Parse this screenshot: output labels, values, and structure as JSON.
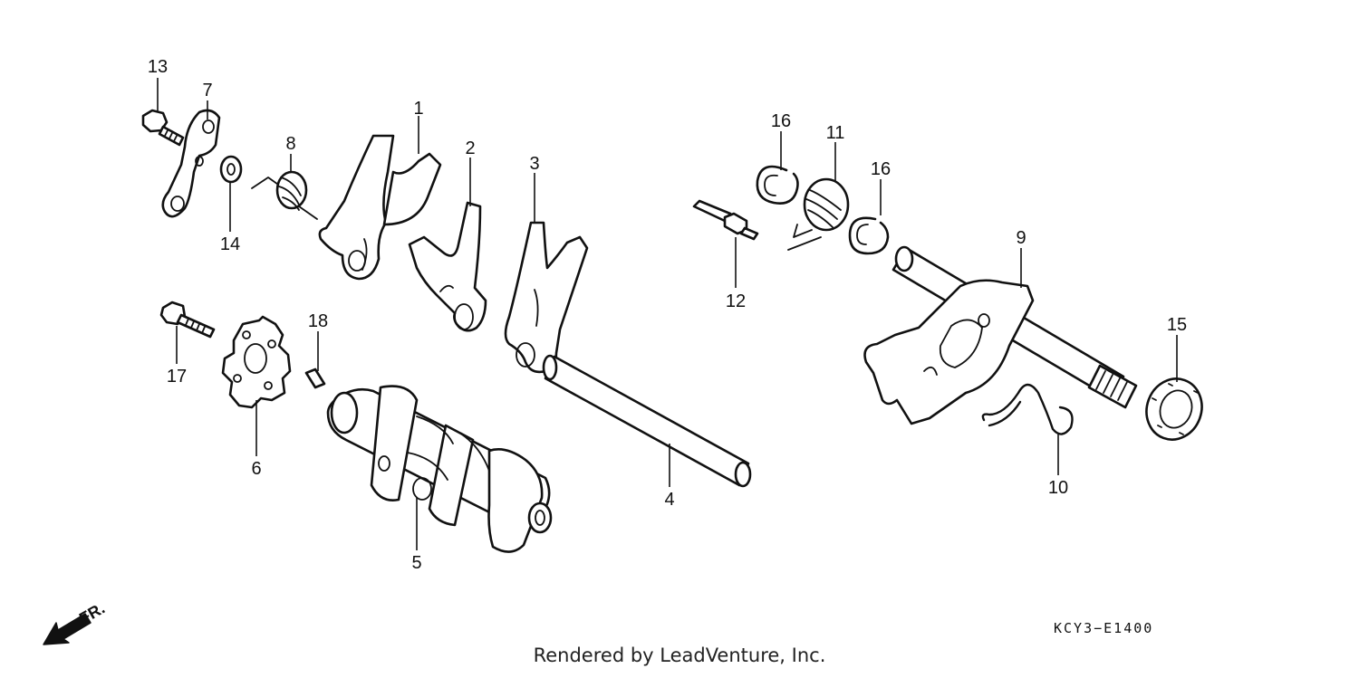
{
  "diagram": {
    "callouts": {
      "p1": "1",
      "p2": "2",
      "p3": "3",
      "p4": "4",
      "p5": "5",
      "p6": "6",
      "p7": "7",
      "p8": "8",
      "p9": "9",
      "p10": "10",
      "p11": "11",
      "p12": "12",
      "p13": "13",
      "p14": "14",
      "p15": "15",
      "p16a": "16",
      "p16b": "16",
      "p17": "17",
      "p18": "18"
    },
    "front_label": "FR.",
    "diagram_code": "KCY3−E1400"
  },
  "footer": {
    "credit": "Rendered by LeadVenture, Inc."
  }
}
